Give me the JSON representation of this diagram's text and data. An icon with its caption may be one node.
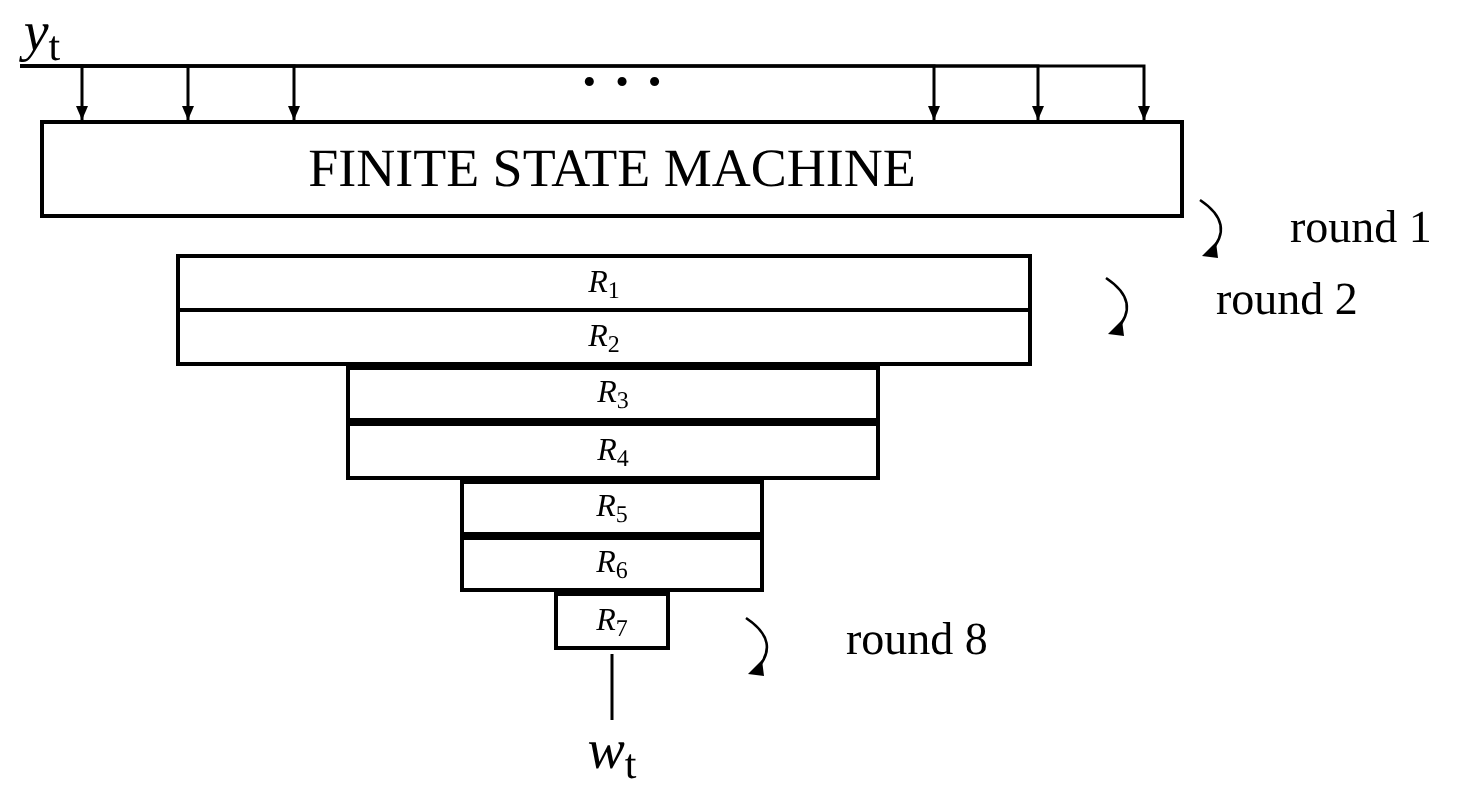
{
  "diagram": {
    "nodes": [
      {
        "text": [
          "*y*$_{t}$"
        ]
      },
      {
        "text": [
          "FINITE STATE MACHINE"
        ]
      },
      {
        "text": [
          "*R*$_{1}$"
        ]
      },
      {
        "text": [
          "*R*$_{2}$"
        ]
      },
      {
        "text": [
          "*R*$_{3}$"
        ]
      },
      {
        "text": [
          "*R*$_{4}$"
        ]
      },
      {
        "text": [
          "*R*$_{5}$"
        ]
      },
      {
        "text": [
          "*R*$_{6}$"
        ]
      },
      {
        "text": [
          "*R*$_{7}$"
        ]
      },
      {
        "text": [
          "*w*$_{t}$"
        ]
      }
    ],
    "edges": [
      {
        "from": 0,
        "to": 1,
        "arrow": "to"
      },
      {
        "from": 0,
        "to": 1,
        "arrow": "to"
      },
      {
        "from": 0,
        "to": 1,
        "arrow": "to"
      },
      {
        "from": 0,
        "to": 1,
        "arrow": "to"
      },
      {
        "from": 0,
        "to": 1,
        "arrow": "to"
      },
      {
        "from": 0,
        "to": 1,
        "arrow": "to"
      },
      {
        "from": 8,
        "to": 9,
        "arrow": "none"
      }
    ],
    "labels": [
      "· · ·",
      "round 1",
      "round 2",
      "round 8"
    ]
  }
}
